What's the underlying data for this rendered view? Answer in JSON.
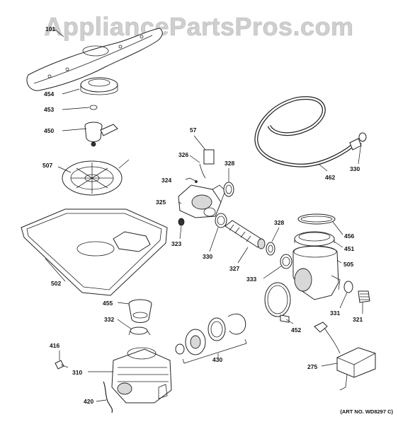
{
  "watermark": "AppliancePartsPros.com",
  "art_number": "(ART NO. WD8297 C)",
  "labels": {
    "l101": "101",
    "l454": "454",
    "l453": "453",
    "l450": "450",
    "l507": "507",
    "l57": "57",
    "l326": "326",
    "l324": "324",
    "l328a": "328",
    "l325": "325",
    "l323": "323",
    "l330a": "330",
    "l502": "502",
    "l327": "327",
    "l328b": "328",
    "l456": "456",
    "l451": "451",
    "l505": "505",
    "l333": "333",
    "l462": "462",
    "l330b": "330",
    "l455": "455",
    "l332": "332",
    "l331": "331",
    "l321": "321",
    "l452": "452",
    "l416": "416",
    "l310": "310",
    "l430": "430",
    "l275": "275",
    "l420": "420"
  }
}
